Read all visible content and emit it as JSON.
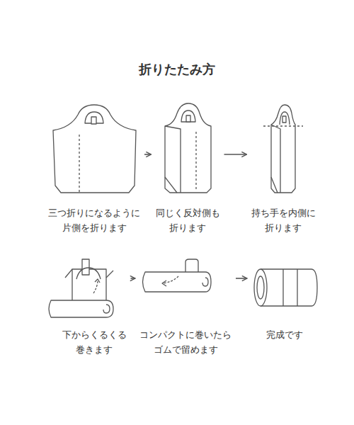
{
  "diagram": {
    "title": "折りたたみ方",
    "nodes": [
      {
        "text": [
          "三つ折りになるように 片側を折ります"
        ]
      },
      {
        "text": [
          "同じく反対側も 折ります"
        ]
      },
      {
        "text": [
          "持ち手を内側に 折ります"
        ]
      },
      {
        "text": [
          "下からくるくる 巻きます"
        ]
      },
      {
        "text": [
          "コンパクトに巻いたら ゴムで留めます"
        ]
      },
      {
        "text": [
          "完成です"
        ]
      }
    ],
    "edges": [
      {
        "from": 0,
        "to": 1,
        "arrow": "to"
      },
      {
        "from": 1,
        "to": 2,
        "arrow": "to"
      },
      {
        "from": 3,
        "to": 4,
        "arrow": "to"
      },
      {
        "from": 4,
        "to": 5,
        "arrow": "to"
      }
    ]
  }
}
